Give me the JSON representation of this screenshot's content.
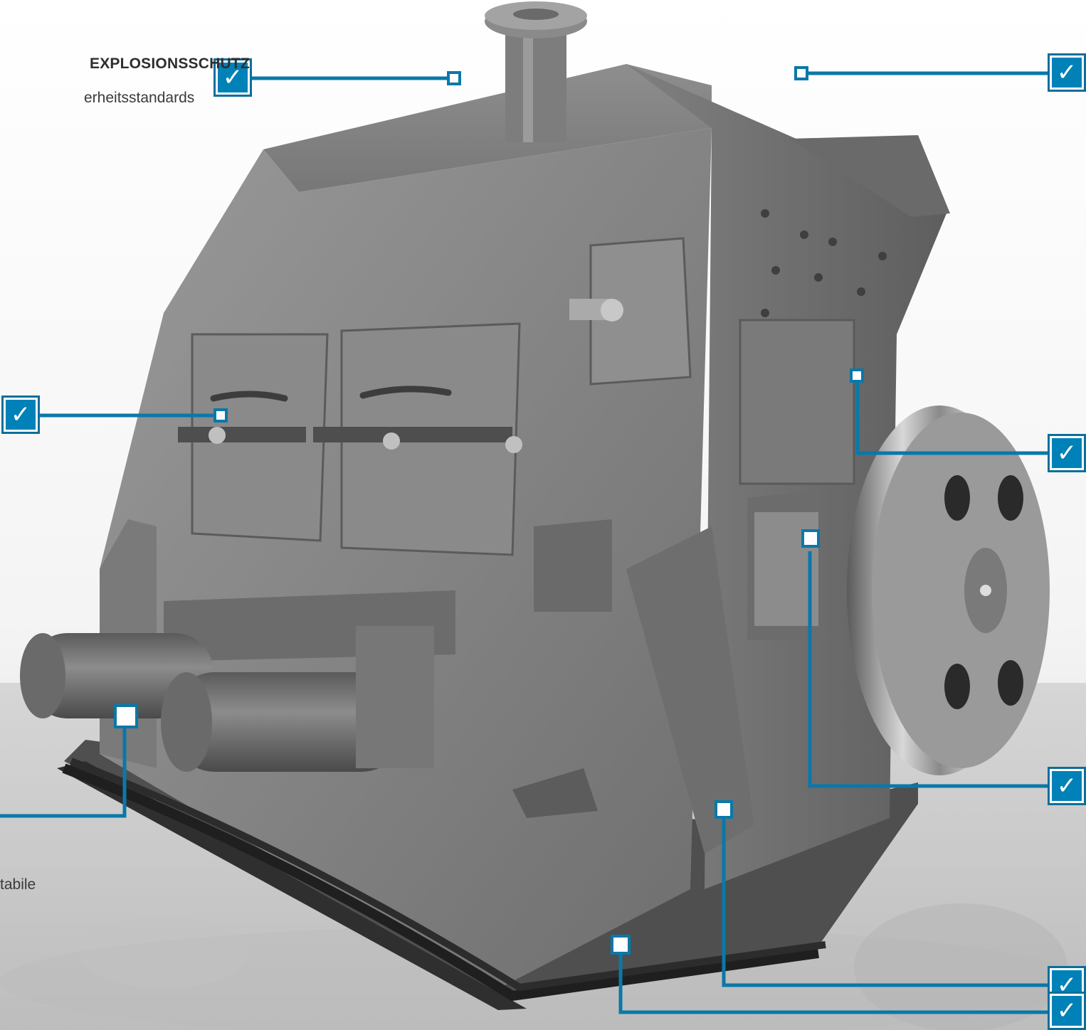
{
  "features": {
    "explosion_title": "EXPLOSIONSSCHUTZ",
    "explosion_subtitle": "erheitsstandards",
    "bottom_left_fragment": "tabile"
  },
  "badge": {
    "check_glyph": "✓",
    "accent_color": "#0081b7"
  }
}
